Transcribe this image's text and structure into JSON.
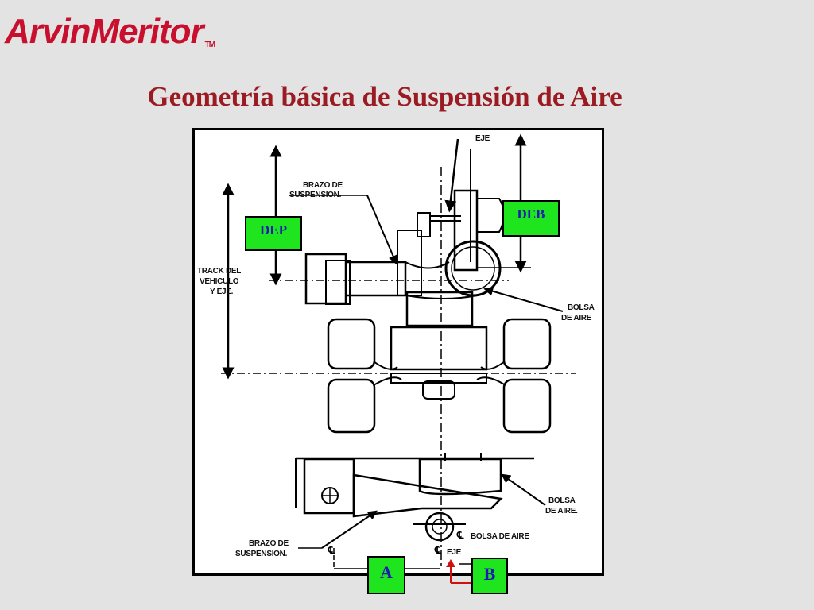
{
  "logo": {
    "text": "ArvinMeritor",
    "tm": "TM"
  },
  "title": "Geometría básica de Suspensión de Aire",
  "colors": {
    "title": "#9b1b23",
    "logo": "#c8102e",
    "tag_fill": "#1fe51f",
    "tag_text": "#1b1bb0",
    "background": "#e3e3e3",
    "marker": "#d01010"
  },
  "tags": {
    "dep": "DEP",
    "deb": "DEB",
    "a": "A",
    "b": "B"
  },
  "labels": {
    "eje_top": "EJE",
    "brazo_top_1": "BRAZO DE",
    "brazo_top_2": "SUSPENSION.",
    "track_1": "TRACK DEL",
    "track_2": "VEHICULO",
    "track_3": "Y EJE.",
    "bolsa_top_1": "BOLSA",
    "bolsa_top_2": "DE AIRE",
    "bolsa_bottom_1": "BOLSA",
    "bolsa_bottom_2": "DE AIRE.",
    "bolsa_center": "BOLSA DE AIRE",
    "brazo_bottom_1": "BRAZO DE",
    "brazo_bottom_2": "SUSPENSION.",
    "eje_bottom": "EJE"
  },
  "icons": [
    "centerline-symbol-icon",
    "arrow-icon",
    "red-marker-icon"
  ]
}
